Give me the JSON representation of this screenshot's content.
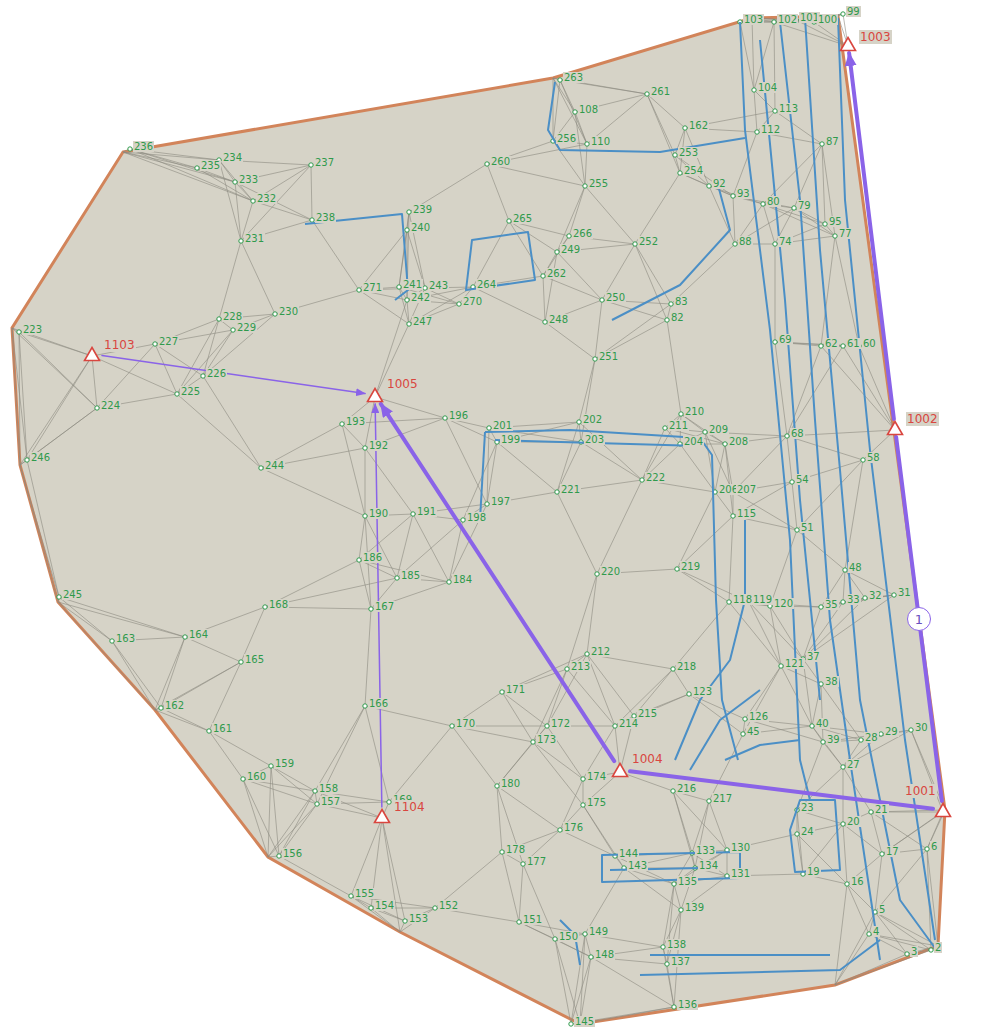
{
  "diagram": {
    "nodes": [
      {
        "text": [
          "1003"
        ]
      },
      {
        "text": [
          "1103"
        ]
      },
      {
        "text": [
          "1005"
        ]
      },
      {
        "text": [
          "1002"
        ]
      },
      {
        "text": [
          "1004"
        ]
      },
      {
        "text": [
          "1001"
        ]
      },
      {
        "text": [
          "1104"
        ]
      }
    ],
    "edges": [
      {
        "from": 3,
        "to": 0,
        "arrow": "to"
      },
      {
        "from": 5,
        "to": 3,
        "arrow": "none",
        "label": "1"
      },
      {
        "from": 5,
        "to": 4,
        "arrow": "none"
      },
      {
        "from": 4,
        "to": 2,
        "arrow": "to"
      },
      {
        "from": 1,
        "to": 2,
        "arrow": "to"
      },
      {
        "from": 6,
        "to": 2,
        "arrow": "to"
      }
    ],
    "labels": [
      "103",
      "102",
      "101",
      "100",
      "99",
      "263",
      "261",
      "108",
      "256",
      "110",
      "162",
      "253",
      "254",
      "104",
      "113",
      "112",
      "236",
      "235",
      "234",
      "233",
      "232",
      "237",
      "231",
      "238",
      "239",
      "240",
      "260",
      "255",
      "92",
      "93",
      "80",
      "79",
      "87",
      "265",
      "266",
      "249",
      "252",
      "262",
      "264",
      "243",
      "241",
      "242",
      "271",
      "270",
      "247",
      "248",
      "250",
      "83",
      "82",
      "88",
      "74",
      "95",
      "77",
      "228",
      "229",
      "230",
      "227",
      "223",
      "226",
      "225",
      "224",
      "246",
      "193",
      "192",
      "196",
      "251",
      "69",
      "62",
      "61",
      "60",
      "201",
      "199",
      "202",
      "203",
      "211",
      "210",
      "204",
      "209",
      "208",
      "68",
      "58",
      "244",
      "197",
      "221",
      "222",
      "191",
      "190",
      "198",
      "206",
      "207",
      "54",
      "51",
      "115",
      "186",
      "185",
      "184",
      "220",
      "219",
      "48",
      "245",
      "168",
      "167",
      "118",
      "119",
      "120",
      "35",
      "33",
      "32",
      "31",
      "163",
      "164",
      "165",
      "212",
      "213",
      "218",
      "121",
      "37",
      "38",
      "162",
      "171",
      "161",
      "166",
      "170",
      "172",
      "173",
      "214",
      "215",
      "123",
      "126",
      "45",
      "40",
      "39",
      "28",
      "29",
      "30",
      "160",
      "159",
      "158",
      "157",
      "180",
      "174",
      "216",
      "217",
      "27",
      "169",
      "175",
      "176",
      "178",
      "177",
      "144",
      "143",
      "133",
      "134",
      "130",
      "131",
      "135",
      "23",
      "24",
      "20",
      "21",
      "19",
      "17",
      "6",
      "16",
      "5",
      "4",
      "3",
      "2",
      "156",
      "155",
      "154",
      "152",
      "153",
      "151",
      "139",
      "150",
      "149",
      "148",
      "137",
      "138",
      "136",
      "145"
    ]
  }
}
